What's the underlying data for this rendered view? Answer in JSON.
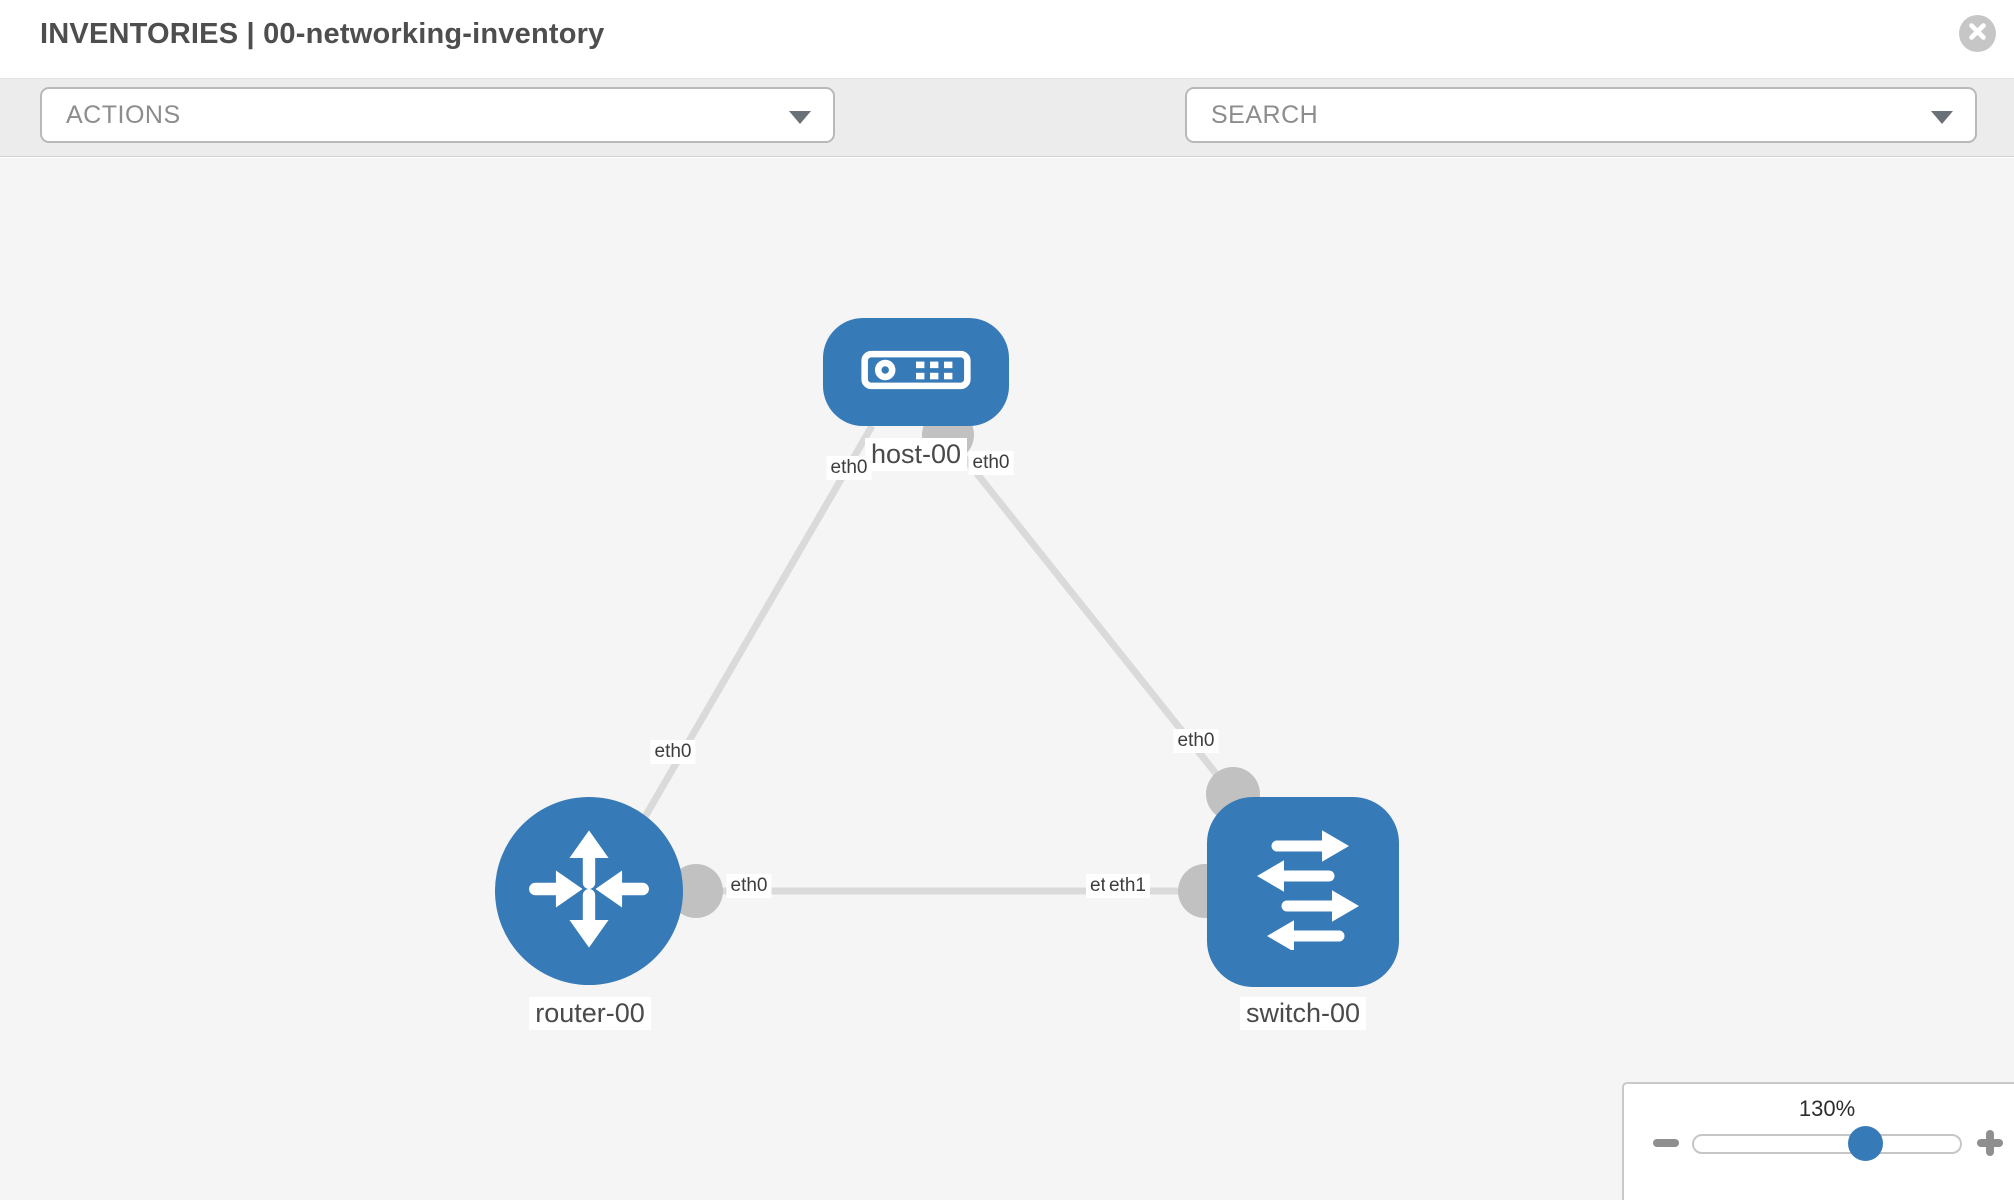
{
  "header": {
    "title": "INVENTORIES | 00-networking-inventory",
    "close_icon": "x-circle-icon"
  },
  "toolbar": {
    "actions_label": "ACTIONS",
    "search_placeholder": "SEARCH",
    "icons": [
      "wrench-icon",
      "key-icon",
      "caret-down-icon"
    ]
  },
  "topology": {
    "nodes": [
      {
        "id": "host-00",
        "type": "host",
        "label": "host-00"
      },
      {
        "id": "router-00",
        "type": "router",
        "label": "router-00"
      },
      {
        "id": "switch-00",
        "type": "switch",
        "label": "switch-00"
      }
    ],
    "links": [
      {
        "from": "host-00",
        "from_if": "eth0",
        "to": "router-00",
        "to_if": "eth0"
      },
      {
        "from": "host-00",
        "from_if": "eth0",
        "to": "switch-00",
        "to_if": "eth0"
      },
      {
        "from": "router-00",
        "from_if": "eth0",
        "to": "switch-00",
        "to_if": "eth1",
        "overlapped_if": "eth0"
      }
    ],
    "labels": {
      "host": "host-00",
      "router": "router-00",
      "switch": "switch-00",
      "host_if_left": "eth0",
      "host_if_right": "eth0",
      "link_host_router_mid": "eth0",
      "link_host_switch_mid": "eth0",
      "router_if_right": "eth0",
      "switch_if_back": "eth0",
      "switch_if_front": "eth1"
    }
  },
  "zoom": {
    "level": "130%",
    "zoom_out_icon": "minus-icon",
    "zoom_in_icon": "plus-icon"
  },
  "colors": {
    "node_blue": "#377ab8",
    "link_gray": "#dadada",
    "connector_gray": "#c1c1c1",
    "canvas_gray": "#f5f5f5"
  }
}
